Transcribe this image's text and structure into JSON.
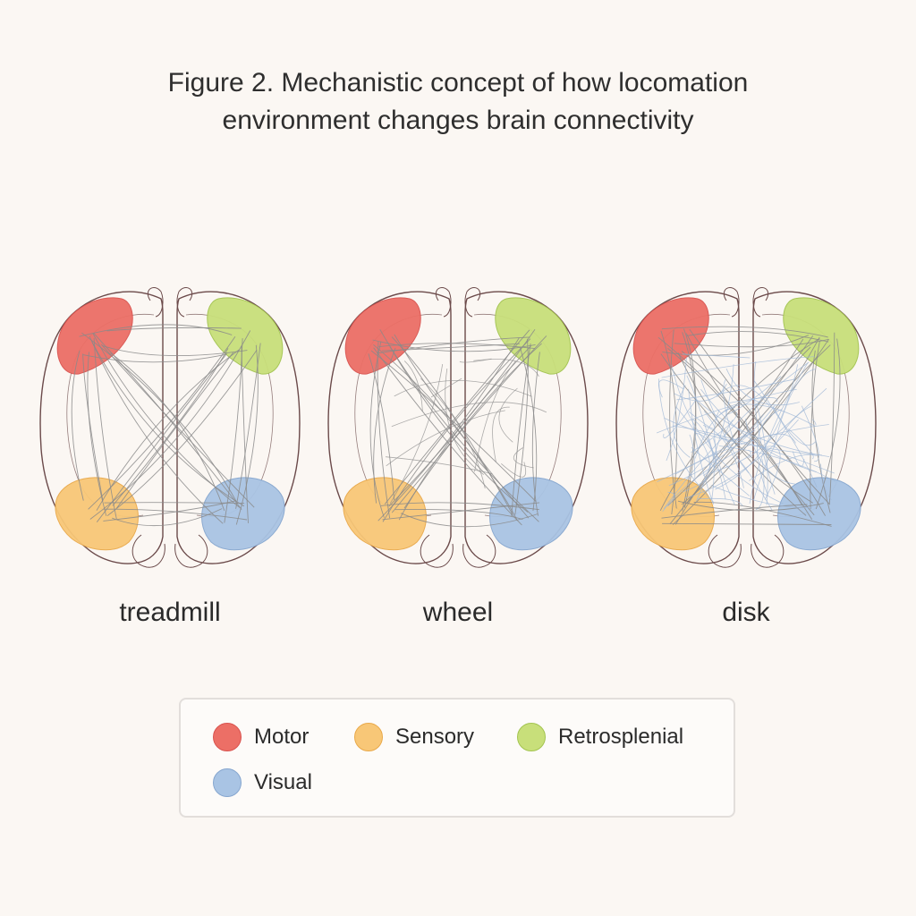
{
  "figure": {
    "title_line1": "Figure 2. Mechanistic concept of how locomation",
    "title_line2": "environment changes brain connectivity"
  },
  "conditions": [
    {
      "label": "treadmill",
      "extra_connectivity": "none"
    },
    {
      "label": "wheel",
      "extra_connectivity": "moderate"
    },
    {
      "label": "disk",
      "extra_connectivity": "dense"
    }
  ],
  "legend": {
    "items": [
      {
        "label": "Motor",
        "color": "#ec6f66",
        "border": "#d9534f"
      },
      {
        "label": "Sensory",
        "color": "#f8c777",
        "border": "#e9a94a"
      },
      {
        "label": "Retrosplenial",
        "color": "#c8df7a",
        "border": "#a3c450"
      },
      {
        "label": "Visual",
        "color": "#a9c4e4",
        "border": "#86a6cf"
      }
    ]
  },
  "colors": {
    "background": "#fbf7f3",
    "outline": "#6b4a4a",
    "connection_gray": "#8a8a8a",
    "connection_blue": "#9fb7d6"
  }
}
